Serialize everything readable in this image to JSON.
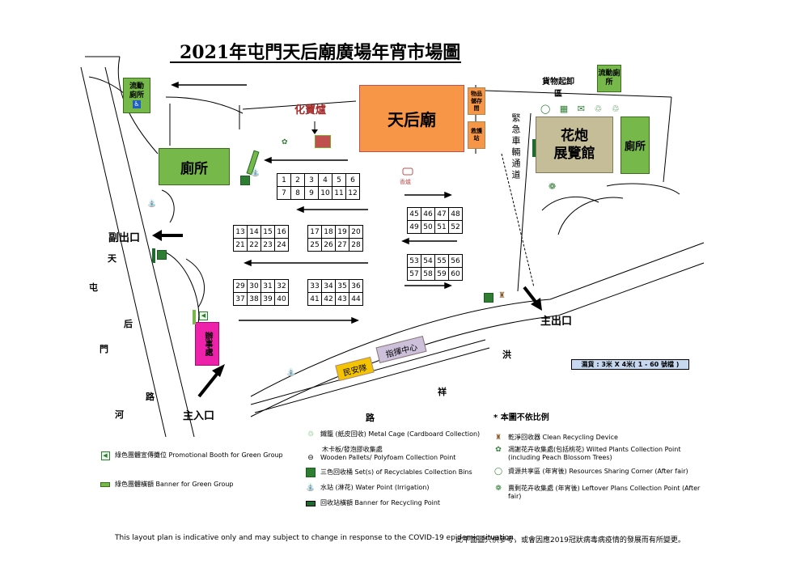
{
  "title": "2021年屯門天后廟廣場年宵市場圖",
  "buildings": {
    "temple": "天后廟",
    "storage": "物品儲存間",
    "first_aid": "救護站",
    "furnace": "化寶爐",
    "incense": "香爐",
    "toilet_left": "廁所",
    "toilet_right": "廁所",
    "mobile_toilet_left": "流動廁所",
    "mobile_toilet_right": "流動廁所",
    "loading_area": "貨物起卸區",
    "fireworks_line1": "花炮",
    "fireworks_line2": "展覽館",
    "office": "辦事處",
    "police": "民安隊",
    "command": "指揮中心",
    "emergency_passage": "緊急車輛通道"
  },
  "exits": {
    "side_exit": "副出口",
    "main_entrance": "主入口",
    "main_exit": "主出口"
  },
  "roads": {
    "left_road": [
      "屯",
      "門",
      "河"
    ],
    "left_road2": [
      "天",
      "后",
      "路"
    ],
    "bottom_road": [
      "洪",
      "祥",
      "路"
    ]
  },
  "stall_blocks": [
    [
      [
        "1",
        "2",
        "3",
        "4",
        "5",
        "6"
      ],
      [
        "7",
        "8",
        "9",
        "10",
        "11",
        "12"
      ]
    ],
    [
      [
        "13",
        "14",
        "15",
        "16"
      ],
      [
        "21",
        "22",
        "23",
        "24"
      ]
    ],
    [
      [
        "17",
        "18",
        "19",
        "20"
      ],
      [
        "25",
        "26",
        "27",
        "28"
      ]
    ],
    [
      [
        "29",
        "30",
        "31",
        "32"
      ],
      [
        "37",
        "38",
        "39",
        "40"
      ]
    ],
    [
      [
        "33",
        "34",
        "35",
        "36"
      ],
      [
        "41",
        "42",
        "43",
        "44"
      ]
    ],
    [
      [
        "45",
        "46",
        "47",
        "48"
      ],
      [
        "49",
        "50",
        "51",
        "52"
      ]
    ],
    [
      [
        "53",
        "54",
        "55",
        "56"
      ],
      [
        "57",
        "58",
        "59",
        "60"
      ]
    ]
  ],
  "scale_label": "濕貨 : 3米 X 4米( 1 - 60 號檔 )",
  "not_to_scale": "* 本圖不依比例",
  "legend": {
    "booth": "綠色團體宣傳攤位 Promotional Booth for Green Group",
    "banner_green": "綠色團體橫額 Banner for Green Group",
    "metal_cage": "鐵籠 (紙皮回收) Metal Cage (Cardboard Collection)",
    "pallets_line1": "木卡板/發泡膠收集處",
    "pallets_line2": "Wooden Pallets/ Polyfoam Collection Point",
    "bins": "三色回收桶 Set(s) of Recyclables Collection Bins",
    "water": "水站 (淋花) Water Point (Irrigation)",
    "banner_recycle": "回收站橫額 Banner for Recycling Point",
    "clean_device": "乾淨回收器 Clean Recycling Device",
    "wilted_line1": "凋謝花卉收集處(包括桃花) Wilted Plants Collection Point",
    "wilted_line2": "(including Peach Blossom Trees)",
    "sharing": "資源共享區 (年宵後) Resources Sharing Corner (After fair)",
    "leftover_line1": "賣剩花卉收集處 (年宵後) Leftover Plans Collection Point (After",
    "leftover_line2": "fair)"
  },
  "footer": {
    "english": "This layout plan is indicative only and may subject to change in response to the COVID-19 epidemic situation.",
    "chinese": "此平面圖只供參考，或會因應2019冠狀病毒病疫情的發展而有所變更。"
  },
  "colors": {
    "temple": "#f79646",
    "green_facility": "#77b84a",
    "fireworks": "#c4bd97",
    "office": "#ee22aa",
    "police": "#f5c400",
    "command": "#ccc0da",
    "scale_box": "#c6d9f1"
  },
  "icons": [
    "recycle-icon",
    "pallet-icon",
    "bins-icon",
    "water-icon",
    "banner-icon",
    "booth-icon",
    "clean-device-icon",
    "wilted-plant-icon",
    "sharing-icon",
    "leftover-icon",
    "accessible-icon"
  ]
}
